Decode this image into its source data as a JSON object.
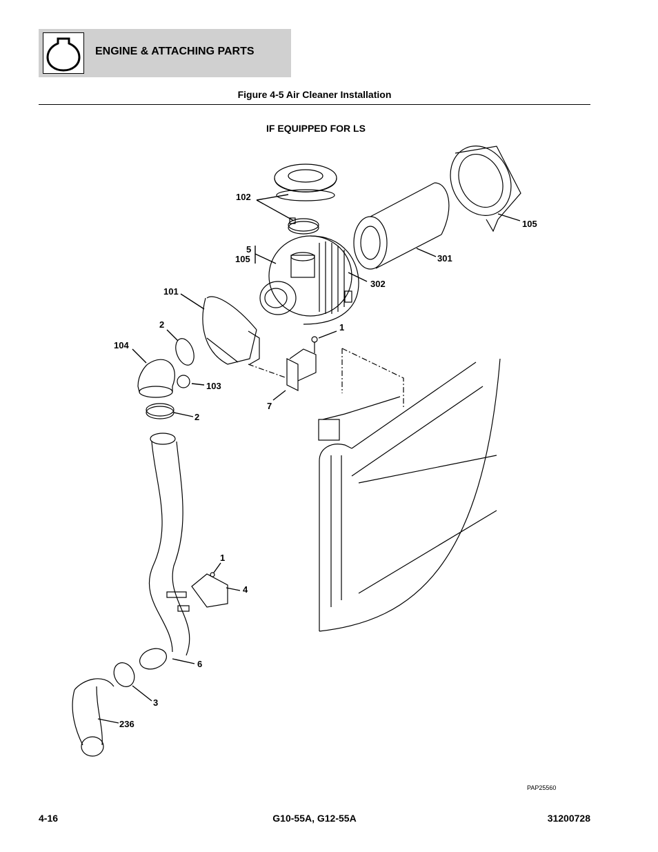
{
  "header": {
    "section_title": "ENGINE & ATTACHING PARTS",
    "icon": "engine-icon"
  },
  "figure": {
    "title": "Figure 4-5 Air Cleaner Installation",
    "subtitle": "IF EQUIPPED FOR LS"
  },
  "callouts": [
    {
      "id": "c102",
      "label": "102"
    },
    {
      "id": "c105a",
      "label": "105"
    },
    {
      "id": "c5",
      "label": "5"
    },
    {
      "id": "c105b",
      "label": "105"
    },
    {
      "id": "c301",
      "label": "301"
    },
    {
      "id": "c302",
      "label": "302"
    },
    {
      "id": "c101",
      "label": "101"
    },
    {
      "id": "c2a",
      "label": "2"
    },
    {
      "id": "c1a",
      "label": "1"
    },
    {
      "id": "c104",
      "label": "104"
    },
    {
      "id": "c103",
      "label": "103"
    },
    {
      "id": "c7",
      "label": "7"
    },
    {
      "id": "c2b",
      "label": "2"
    },
    {
      "id": "c1b",
      "label": "1"
    },
    {
      "id": "c4",
      "label": "4"
    },
    {
      "id": "c6",
      "label": "6"
    },
    {
      "id": "c3",
      "label": "3"
    },
    {
      "id": "c236",
      "label": "236"
    }
  ],
  "drawing_id": "PAP25560",
  "footer": {
    "page": "4-16",
    "model": "G10-55A, G12-55A",
    "manual_number": "31200728"
  }
}
